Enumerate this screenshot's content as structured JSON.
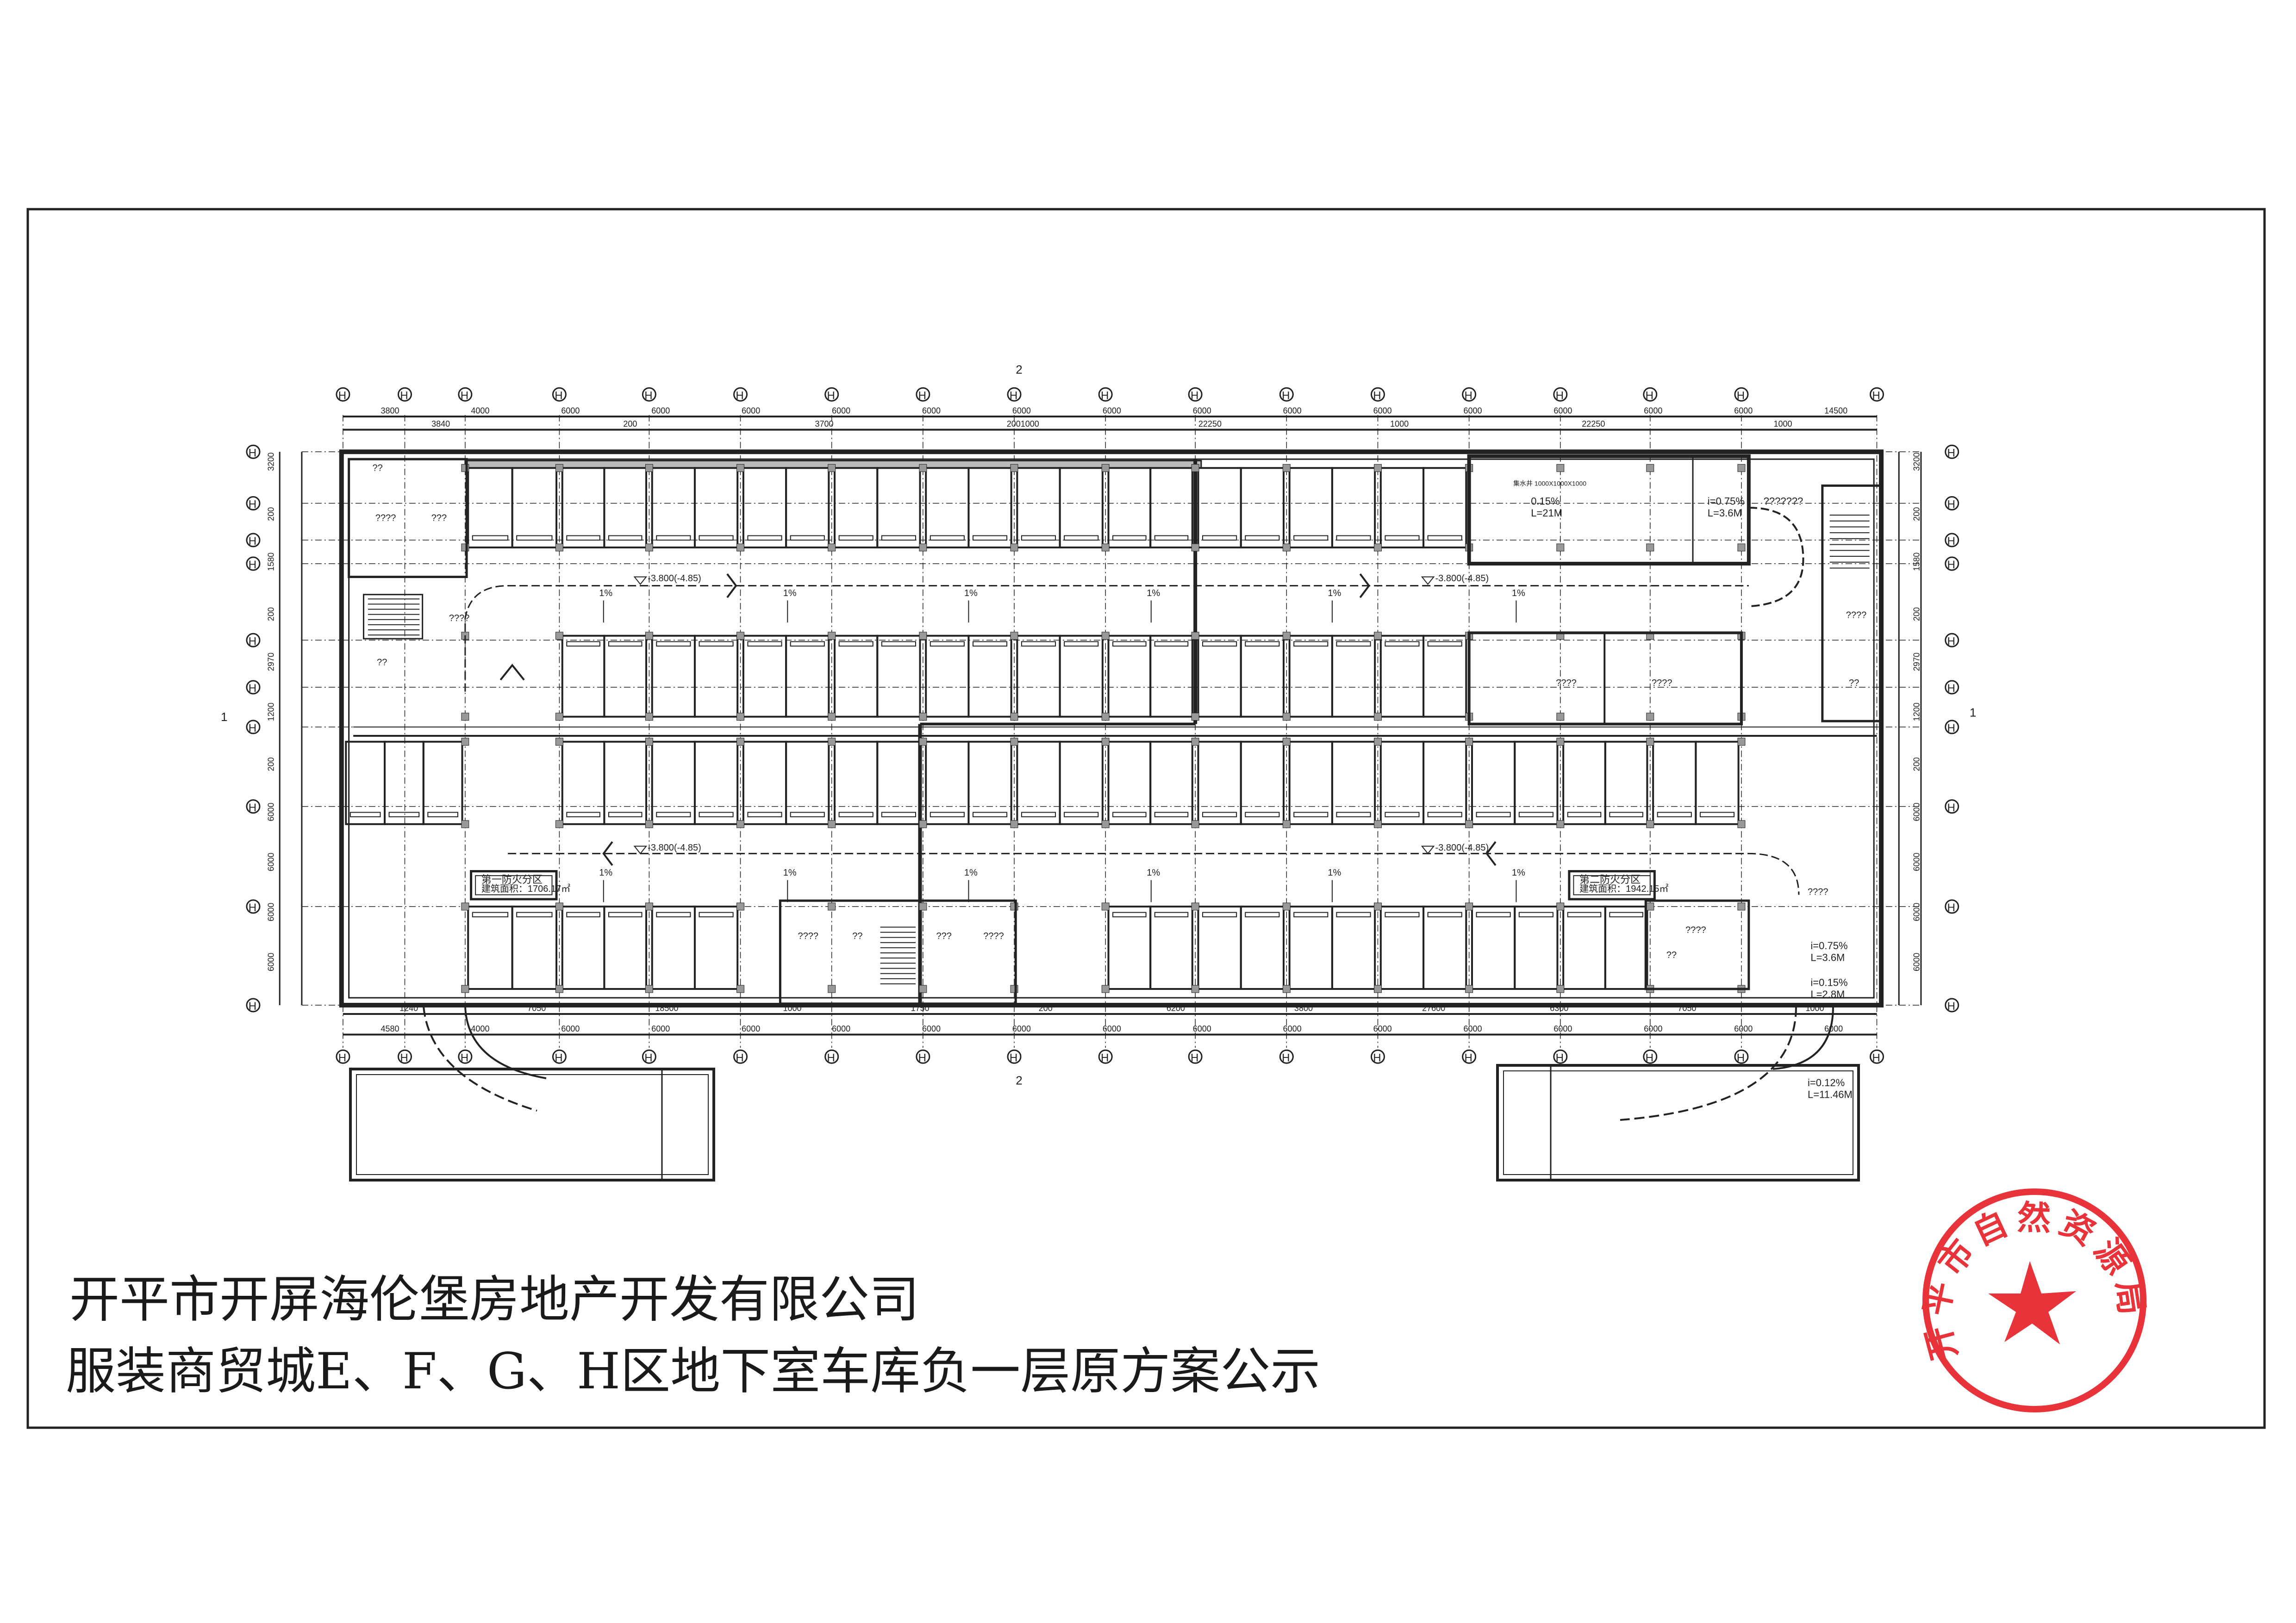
{
  "title": {
    "line1": "开平市开屏海伦堡房地产开发有限公司",
    "line2": "服装商贸城E、F、G、H区地下室车库负一层原方案公示"
  },
  "stamp": {
    "text": "开平市自然资源局",
    "color": "#e8333a"
  },
  "plan": {
    "grid_bubble_label": "H",
    "section_marks": {
      "horizontal": "1",
      "vertical": "2"
    },
    "fire_zones": [
      {
        "name": "第一防火分区",
        "area": "建筑面积：1706.17㎡"
      },
      {
        "name": "第二防火分区",
        "area": "建筑面积：1942.15㎡"
      }
    ],
    "slopes": [
      {
        "slope": "0.15%",
        "length": "L=21M"
      },
      {
        "slope": "i=0.75%",
        "length": "L=3.6M"
      },
      {
        "slope": "i=0.75%",
        "length": "L=3.6M"
      },
      {
        "slope": "i=0.15%",
        "length": "L=2.8M"
      },
      {
        "slope": "i=0.12%",
        "length": "L=11.46M"
      }
    ],
    "unknown_label": "???????",
    "elevations": [
      "-3.800(-4.85)",
      "-3.800(-4.85)",
      "-3.800(-4.85)",
      "-3.800(-4.85)"
    ],
    "slope_arrow_label": "1%",
    "room_labels": [
      "??",
      "????",
      "???",
      "????",
      "??",
      "????",
      "????",
      "????",
      "??",
      "????",
      "????",
      "??",
      "???",
      "????",
      "??",
      "????"
    ],
    "sump_label": "集水井 1000X1000X1000",
    "top_dims_outer": [
      "3800",
      "4000",
      "6000",
      "6000",
      "6000",
      "6000",
      "6000",
      "6000",
      "6000",
      "6000",
      "6000",
      "6000",
      "6000",
      "6000",
      "6000",
      "6000",
      "14500"
    ],
    "top_dims_inner": [
      "3840",
      "200",
      "3700",
      "2001000",
      "22250",
      "1000",
      "22250",
      "1000"
    ],
    "bottom_dims_inner": [
      "1240",
      "7050",
      "18500",
      "1000",
      "1750",
      "200",
      "6200",
      "3800",
      "27600",
      "6300",
      "7050",
      "1000"
    ],
    "bottom_dims_outer": [
      "4580",
      "4000",
      "6000",
      "6000",
      "6000",
      "6000",
      "6000",
      "6000",
      "6000",
      "6000",
      "6000",
      "6000",
      "6000",
      "6000",
      "6000",
      "6000",
      "6000"
    ],
    "side_dims": [
      "3200",
      "200",
      "1580",
      "200",
      "2970",
      "1200",
      "200",
      "6000",
      "6000",
      "6000",
      "6000"
    ]
  }
}
